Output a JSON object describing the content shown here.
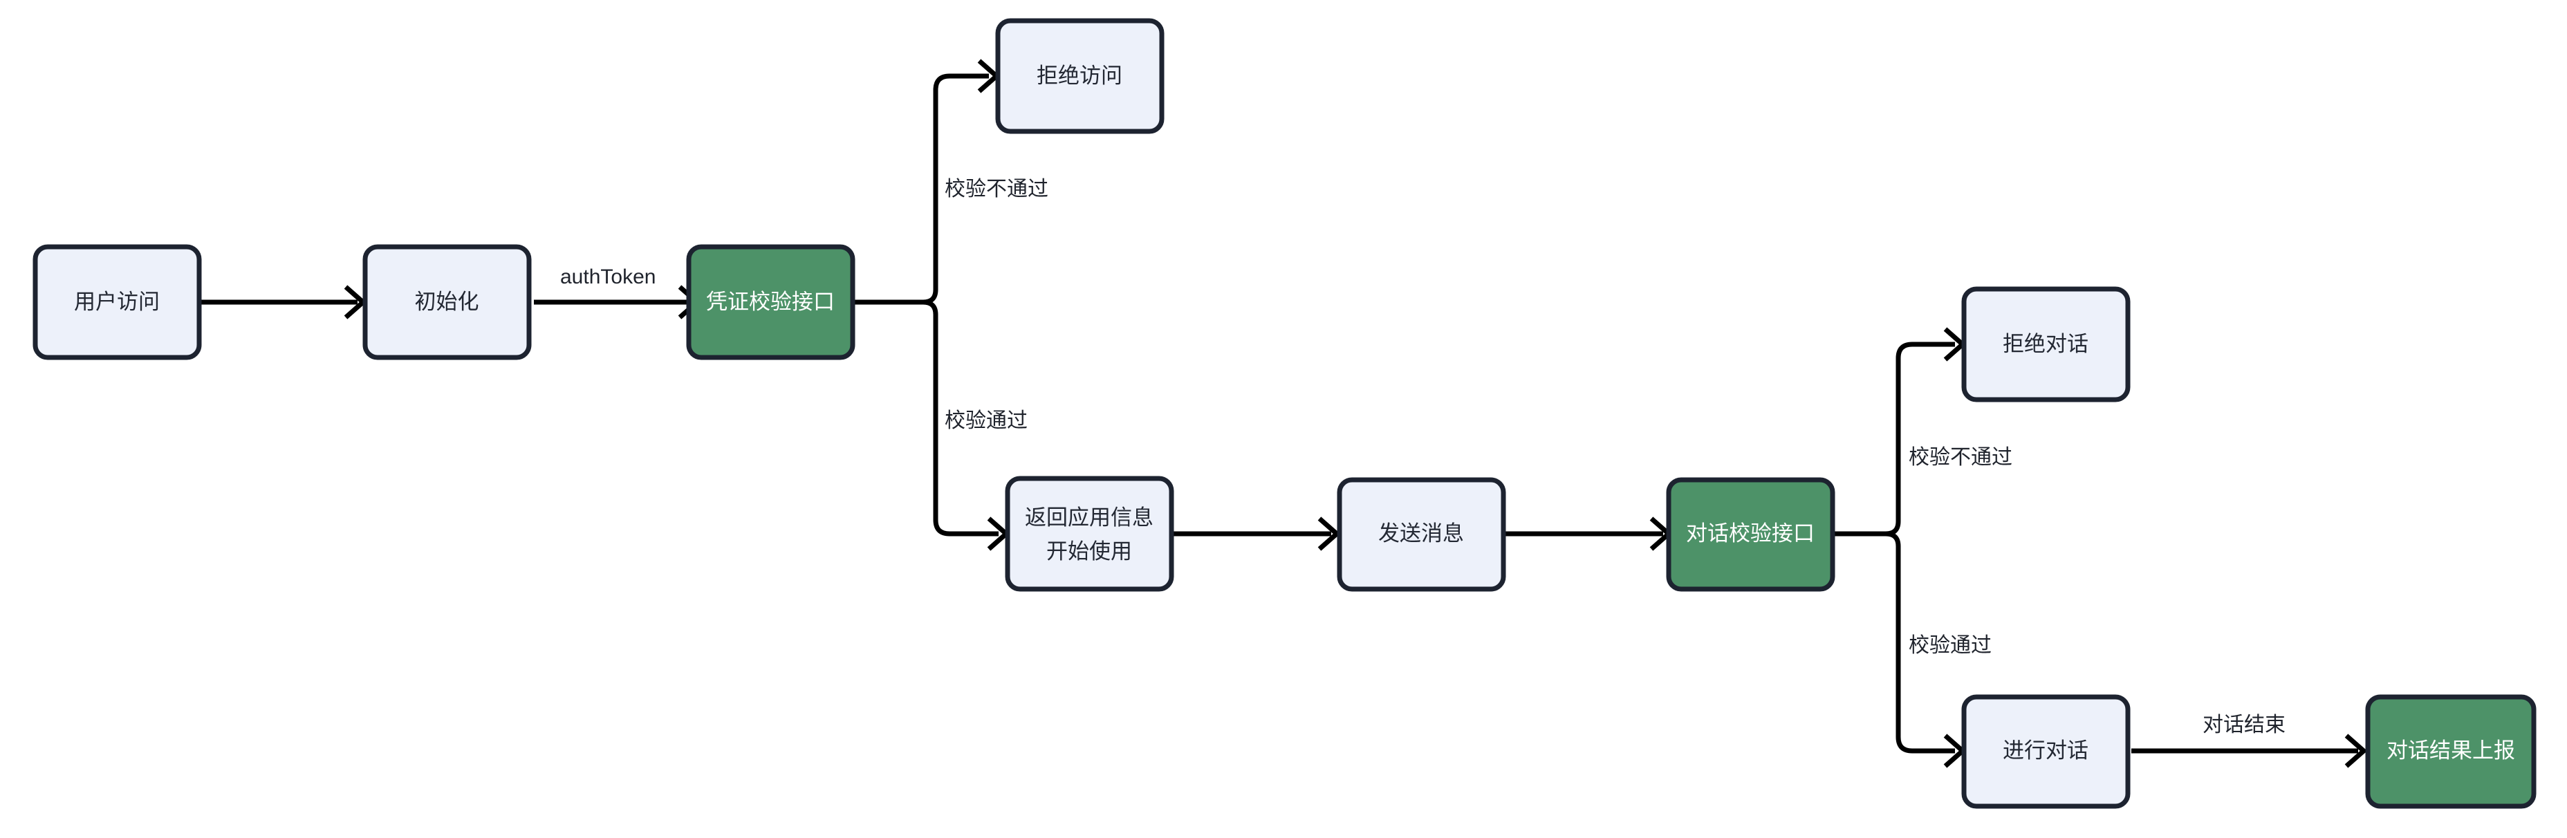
{
  "diagram": {
    "type": "flowchart",
    "orientation": "left-to-right",
    "background_color": "#ffffff",
    "colors": {
      "node_fill_default": "#edf1fa",
      "node_fill_accent": "#4d9268",
      "node_stroke": "#1d2330",
      "edge_stroke": "#000000",
      "label_on_light": "#232833",
      "label_on_accent": "#ffffff"
    },
    "nodes": [
      {
        "id": "user-access",
        "label": "用户访问",
        "style": "light"
      },
      {
        "id": "initialize",
        "label": "初始化",
        "style": "light"
      },
      {
        "id": "credential-api",
        "label": "凭证校验接口",
        "style": "accent"
      },
      {
        "id": "deny-access",
        "label": "拒绝访问",
        "style": "light"
      },
      {
        "id": "return-app-info",
        "label_line1": "返回应用信息",
        "label_line2": "开始使用",
        "style": "light"
      },
      {
        "id": "send-message",
        "label": "发送消息",
        "style": "light"
      },
      {
        "id": "dialog-check-api",
        "label": "对话校验接口",
        "style": "accent"
      },
      {
        "id": "reject-dialog",
        "label": "拒绝对话",
        "style": "light"
      },
      {
        "id": "do-dialog",
        "label": "进行对话",
        "style": "light"
      },
      {
        "id": "report-result",
        "label": "对话结果上报",
        "style": "accent"
      }
    ],
    "edges": [
      {
        "id": "e1",
        "from": "user-access",
        "to": "initialize",
        "label": ""
      },
      {
        "id": "e2",
        "from": "initialize",
        "to": "credential-api",
        "label": "authToken"
      },
      {
        "id": "e3",
        "from": "credential-api",
        "to": "deny-access",
        "label": "校验不通过"
      },
      {
        "id": "e4",
        "from": "credential-api",
        "to": "return-app-info",
        "label": "校验通过"
      },
      {
        "id": "e5",
        "from": "return-app-info",
        "to": "send-message",
        "label": ""
      },
      {
        "id": "e6",
        "from": "send-message",
        "to": "dialog-check-api",
        "label": ""
      },
      {
        "id": "e7",
        "from": "dialog-check-api",
        "to": "reject-dialog",
        "label": "校验不通过"
      },
      {
        "id": "e8",
        "from": "dialog-check-api",
        "to": "do-dialog",
        "label": "校验通过"
      },
      {
        "id": "e9",
        "from": "do-dialog",
        "to": "report-result",
        "label": "对话结束"
      }
    ]
  }
}
